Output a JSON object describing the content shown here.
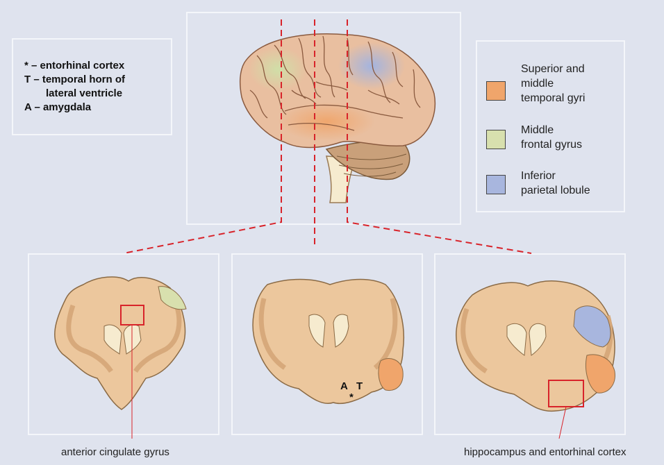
{
  "key": {
    "lines": [
      "* – entorhinal cortex",
      "T – temporal horn of",
      "lateral ventricle",
      "A – amygdala"
    ]
  },
  "legend": {
    "items": [
      {
        "lines": [
          "Superior  and",
          "middle",
          "temporal gyri"
        ],
        "color": "#f0a56b"
      },
      {
        "lines": [
          "Middle",
          "frontal gyrus"
        ],
        "color": "#d8e0ae"
      },
      {
        "lines": [
          "Inferior",
          "parietal lobule"
        ],
        "color": "#a8b6de"
      }
    ]
  },
  "slice_labels": {
    "A": "A",
    "T": "T",
    "star": "*"
  },
  "captions": {
    "left": "anterior cingulate gyrus",
    "right": "hippocampus and entorhinal cortex"
  },
  "colors": {
    "background": "#dfe3ee",
    "tissue": "#ecc79d",
    "grey_matter": "#d7a97b",
    "guide_line": "#d8232a",
    "highlight_box": "#d8232a"
  }
}
